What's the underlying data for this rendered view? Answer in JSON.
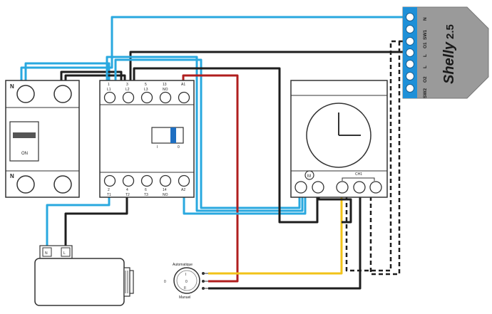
{
  "colors": {
    "live_wire": "#1e1e1e",
    "neutral_wire": "#29a8df",
    "red_wire": "#b01e1e",
    "yellow_wire": "#f2c318",
    "terminal_blue": "#1e90d8",
    "shelly_body": "#9a9a9a",
    "device_outline": "#333333"
  },
  "breaker": {
    "top_label": "N",
    "bottom_label": "N",
    "switch_label": "ON"
  },
  "contactor": {
    "top_terminals": [
      {
        "num": "1",
        "sub": "L1"
      },
      {
        "num": "3",
        "sub": "L2"
      },
      {
        "num": "5",
        "sub": "L3"
      },
      {
        "num": "13",
        "sub": "NO"
      },
      {
        "num": "A1",
        "sub": ""
      }
    ],
    "bottom_terminals": [
      {
        "num": "2",
        "sub": "T1"
      },
      {
        "num": "4",
        "sub": "T2"
      },
      {
        "num": "6",
        "sub": "T3"
      },
      {
        "num": "14",
        "sub": "NO"
      },
      {
        "num": "A2",
        "sub": ""
      }
    ],
    "indicator_left": "I",
    "indicator_right": "0"
  },
  "timer": {
    "motor_label": "M",
    "channel_label": "CH1"
  },
  "shelly": {
    "pins": [
      "N",
      "SW1",
      "O1",
      "L",
      "L",
      "O2",
      "SW2"
    ],
    "brand": "Shelly",
    "model": "2.5"
  },
  "load": {
    "terminal_n": "N",
    "terminal_l": "L"
  },
  "selector": {
    "title": "Automatique",
    "bottom": "Manuel",
    "left": "0",
    "pos_top": "I",
    "pos_mid": "0",
    "pos_bottom": "II"
  }
}
